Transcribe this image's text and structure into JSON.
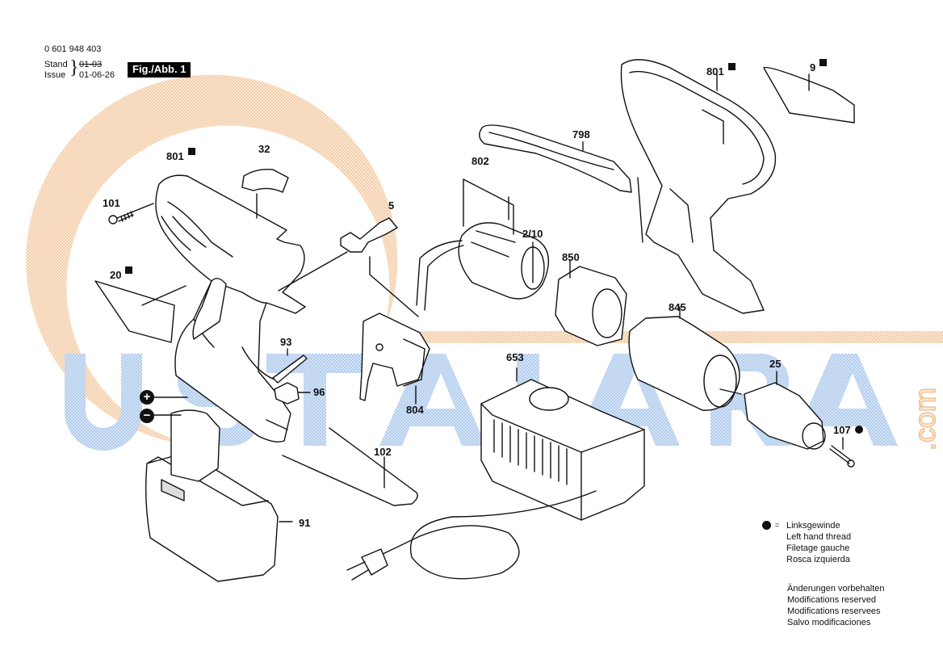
{
  "header": {
    "part_number": "0 601 948 403",
    "stand_label": "Stand",
    "issue_label": "Issue",
    "old_date_struck": "01-03",
    "issue_date": "01-06-26",
    "figure_label": "Fig./Abb. 1"
  },
  "watermark": {
    "text": "USTALARA",
    "suffix": ".com",
    "colors": {
      "blue": "#b9d1ee",
      "orange": "#f6d9bd"
    }
  },
  "parts": [
    {
      "id": "801-housing-left",
      "number": "801",
      "marker": "square"
    },
    {
      "id": "32",
      "number": "32",
      "marker": ""
    },
    {
      "id": "101",
      "number": "101",
      "marker": ""
    },
    {
      "id": "5",
      "number": "5",
      "marker": ""
    },
    {
      "id": "20",
      "number": "20",
      "marker": "square"
    },
    {
      "id": "802",
      "number": "802",
      "marker": ""
    },
    {
      "id": "2/10",
      "number": "2/10",
      "marker": ""
    },
    {
      "id": "798",
      "number": "798",
      "marker": ""
    },
    {
      "id": "801-housing-right",
      "number": "801",
      "marker": "square"
    },
    {
      "id": "9",
      "number": "9",
      "marker": "square"
    },
    {
      "id": "850",
      "number": "850",
      "marker": ""
    },
    {
      "id": "845",
      "number": "845",
      "marker": ""
    },
    {
      "id": "93",
      "number": "93",
      "marker": ""
    },
    {
      "id": "96",
      "number": "96",
      "marker": ""
    },
    {
      "id": "804",
      "number": "804",
      "marker": ""
    },
    {
      "id": "653",
      "number": "653",
      "marker": ""
    },
    {
      "id": "25",
      "number": "25",
      "marker": ""
    },
    {
      "id": "107",
      "number": "107",
      "marker": "dot"
    },
    {
      "id": "102",
      "number": "102",
      "marker": ""
    },
    {
      "id": "91",
      "number": "91",
      "marker": ""
    }
  ],
  "battery_terminals": {
    "plus": "+",
    "minus": "−"
  },
  "legend": {
    "symbol_eq": "=",
    "left_hand_thread": [
      "Linksgewinde",
      "Left hand thread",
      "Filetage gauche",
      "Rosca izquierda"
    ],
    "modifications": [
      "Änderungen vorbehalten",
      "Modifications reserved",
      "Modifications reservees",
      "Salvo modificaciones"
    ]
  }
}
